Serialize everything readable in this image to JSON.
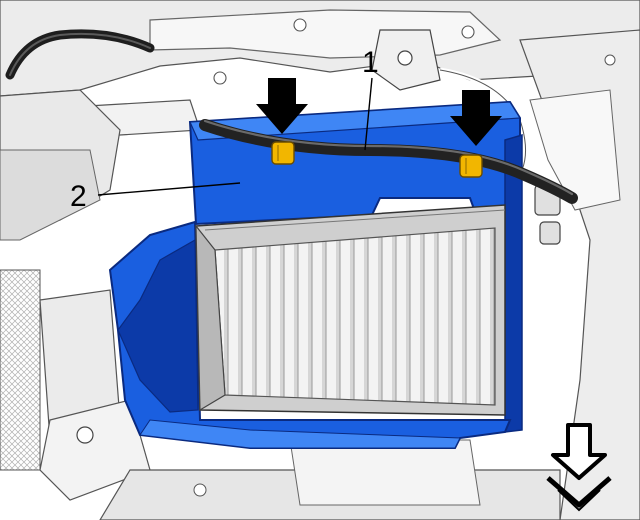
{
  "callouts": [
    {
      "id": "1",
      "label": "1"
    },
    {
      "id": "2",
      "label": "2"
    }
  ],
  "colors": {
    "housing_blue": "#1a5fe0",
    "housing_blue_dark": "#0c3aa8",
    "housing_blue_light": "#3f86f5",
    "clip_yellow": "#f2b600",
    "hose_black": "#222222",
    "arrow_black": "#000000"
  },
  "icons": {
    "press_arrow": "down-arrow-icon",
    "direction_indicator": "down-chevron-arrow-icon"
  }
}
